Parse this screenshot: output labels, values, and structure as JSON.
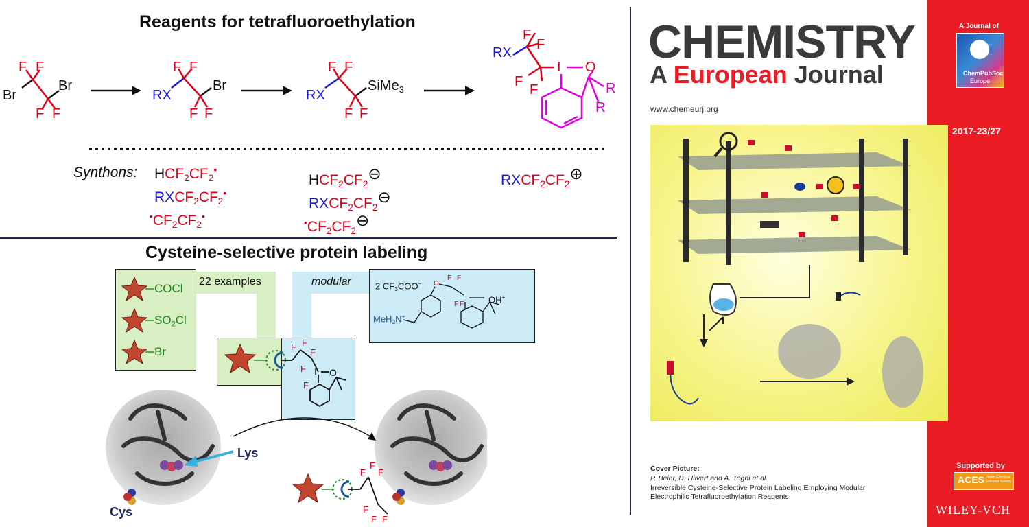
{
  "left": {
    "reagents_title": "Reagents for tetrafluoroethylation",
    "labeling_title": "Cysteine-selective protein labeling",
    "synthons_label": "Synthons:",
    "atoms": {
      "F": "F",
      "Br": "Br",
      "RX": "RX",
      "SiMe": "SiMe",
      "sub3": "3",
      "I": "I",
      "O": "O",
      "R": "R"
    },
    "synthon_rows": {
      "radical_col": [
        "HCF2CF2•",
        "RXCF2CF2•",
        "•CF2CF2•"
      ],
      "anion_col": [
        "HCF2CF2⊖",
        "RXCF2CF2⊖",
        "•CF2CF2⊖"
      ],
      "cation_col": [
        "RXCF2CF2⊕"
      ]
    },
    "syn_parts": {
      "H": "H",
      "CF": "CF",
      "two": "2",
      "RX": "RX",
      "dot": "•",
      "minus": "⊖",
      "plus": "⊕"
    },
    "labels": {
      "coci": "COCl",
      "so2cl_a": "SO",
      "so2cl_b": "2",
      "so2cl_c": "Cl",
      "br": "Br",
      "examples": "22 examples",
      "modular": "modular",
      "cf3coo": "2 CF",
      "cf3coo_sub": "3",
      "cf3coo_end": "COO",
      "cf3coo_sup": "−",
      "meh2n": "MeH",
      "meh2n_sub": "2",
      "meh2n_end": "N",
      "meh2n_sup": "+",
      "oh": "OH",
      "oh_sup": "+",
      "lys": "Lys",
      "cys": "Cys"
    }
  },
  "cover": {
    "title_line1": "CHEMISTRY",
    "title_a": "A",
    "title_european": "European",
    "title_journal": "Journal",
    "url": "www.chemeurj.org",
    "journal_of": "A Journal of",
    "society": "ChemPubSoc",
    "society_sub": "Europe",
    "issue": "2017-23/27",
    "supported_by": "Supported by",
    "aces": "ACES",
    "aces_small": "Asian Chemical Editorial Society",
    "cover_picture_label": "Cover Picture:",
    "authors": "P. Beier, D. Hilvert and A. Togni et al.",
    "article_line1": "Irreversible Cysteine-Selective Protein Labeling Employing Modular",
    "article_line2": "Electrophilic Tetrafluoroethylation Reagents",
    "publisher": "WILEY-VCH"
  },
  "colors": {
    "red": "#e0001a",
    "blue": "#1a1ad6",
    "magenta": "#e000e0",
    "green_box": "#d8efc4",
    "blue_box": "#cdeaf7",
    "cover_red": "#ec1c24",
    "cover_yellow": "#f4f25a"
  }
}
